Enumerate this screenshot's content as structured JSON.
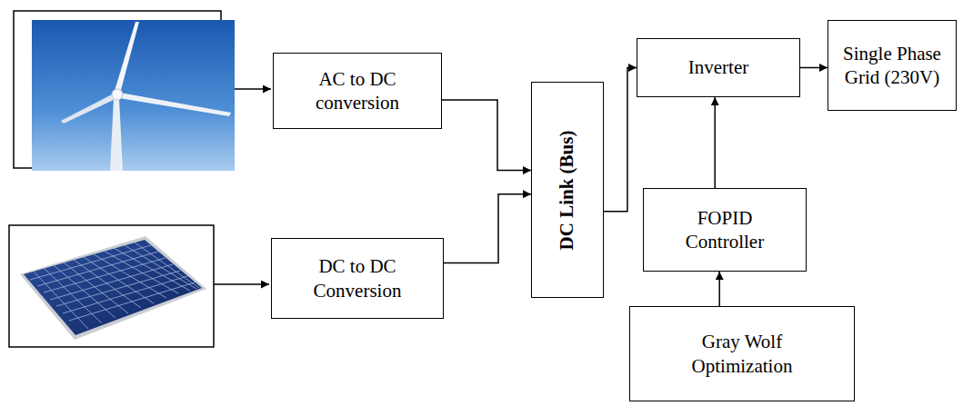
{
  "diagram": {
    "nodes": [
      {
        "text": [
          "AC to DC conversion"
        ]
      },
      {
        "text": [
          "DC Link (Bus)"
        ]
      },
      {
        "text": [
          "Inverter"
        ]
      },
      {
        "text": [
          "Single Phase Grid (230V)"
        ]
      },
      {
        "text": [
          "DC to DC Conversion"
        ]
      },
      {
        "text": [
          "FOPID Controller"
        ]
      },
      {
        "text": [
          "Gray Wolf Optimization"
        ]
      }
    ],
    "edges": [
      {
        "from": 0,
        "to": 1,
        "arrow": "to"
      },
      {
        "from": 4,
        "to": 1,
        "arrow": "to"
      },
      {
        "from": 1,
        "to": 2,
        "arrow": "to"
      },
      {
        "from": 2,
        "to": 3,
        "arrow": "to"
      },
      {
        "from": 5,
        "to": 2,
        "arrow": "to"
      },
      {
        "from": 6,
        "to": 5,
        "arrow": "to"
      }
    ]
  }
}
